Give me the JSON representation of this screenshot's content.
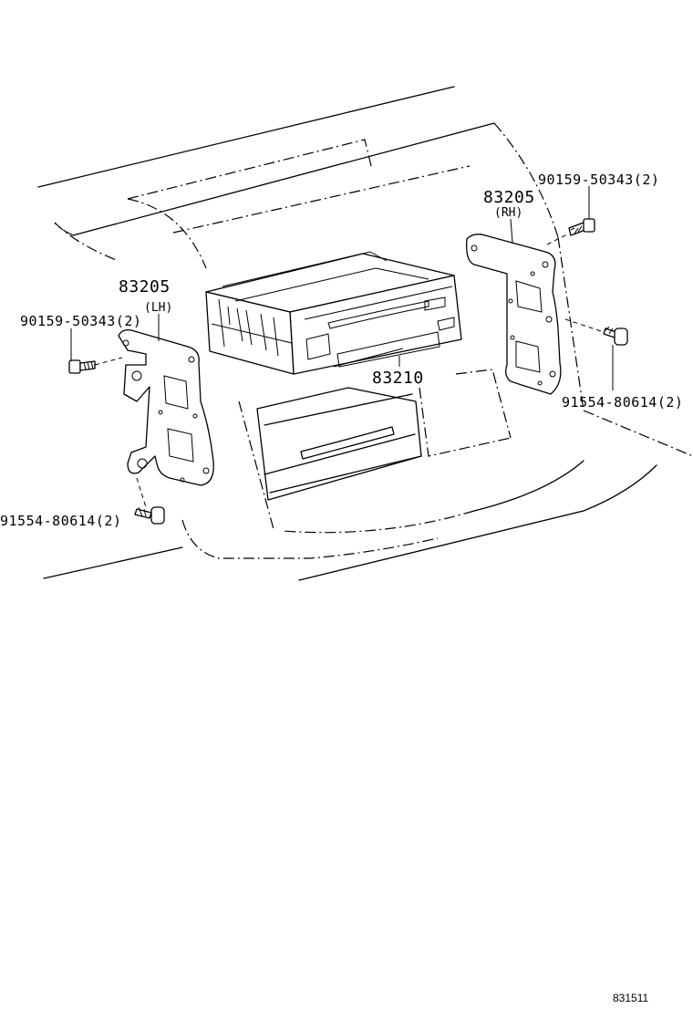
{
  "diagram": {
    "labels": {
      "rh_bolt": "90159-50343(2)",
      "rh_bracket_num": "83205",
      "rh_bracket_side": "(RH)",
      "lh_bracket_num": "83205",
      "lh_bracket_side": "(LH)",
      "lh_bolt": "90159-50343(2)",
      "unit_num": "83210",
      "rh_screw": "91554-80614(2)",
      "lh_screw": "91554-80614(2)"
    },
    "figure_number": "831511"
  }
}
